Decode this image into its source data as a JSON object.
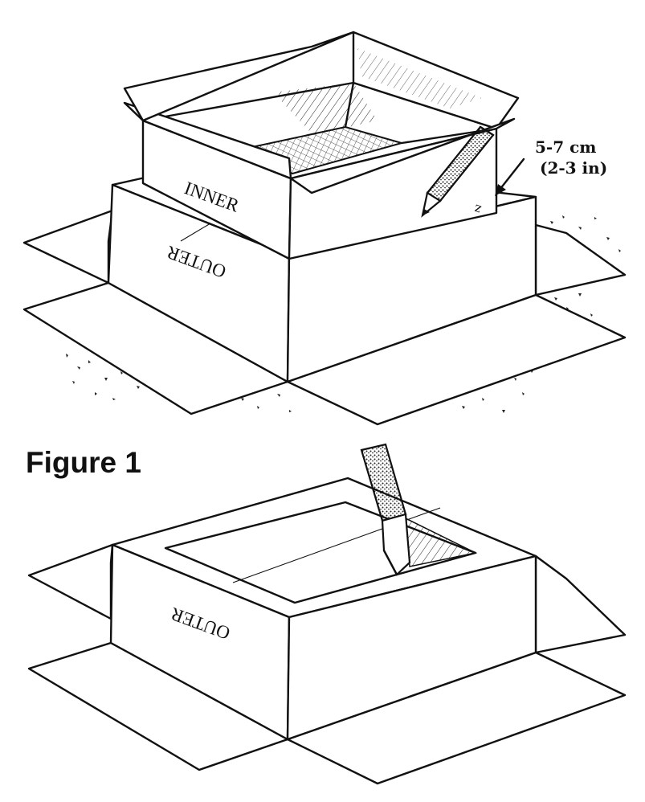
{
  "figure": {
    "caption": "Figure 1"
  },
  "top_drawing": {
    "inner_box_label": "INNER",
    "outer_box_label": "OUTER",
    "measurement_label": "5-7 cm",
    "measurement_label_imperial": "(2-3 in)",
    "mark_glyph": "z"
  },
  "bottom_drawing": {
    "outer_box_label": "OUTER"
  },
  "colors": {
    "ink": "#111111",
    "paper": "#ffffff"
  }
}
